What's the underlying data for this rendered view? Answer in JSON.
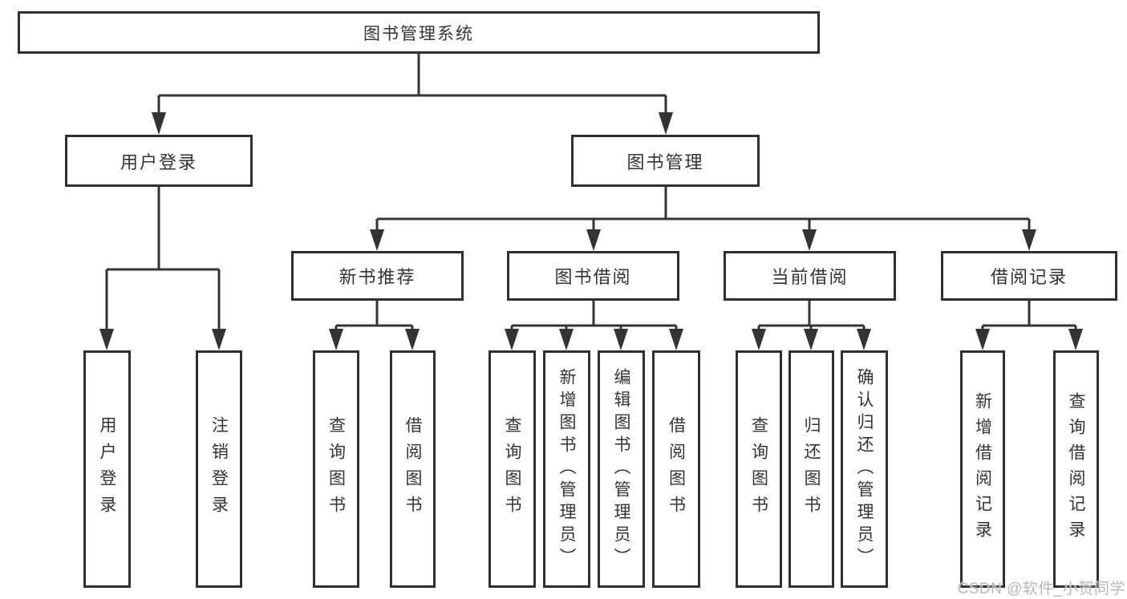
{
  "title": "图书管理系统",
  "watermark": {
    "text": "CSDN @软件_小贺同学",
    "color": "#b4b7be"
  },
  "colors": {
    "line": "#333333",
    "border": "#2f2f2f",
    "background": "#ffffff",
    "text": "#333333"
  },
  "diagram_type": "hierarchy-tree",
  "nodes": [
    {
      "id": "root",
      "label": "图书管理系统",
      "level": 1,
      "parent": null
    },
    {
      "id": "user-login",
      "label": "用户登录",
      "level": 2,
      "parent": "root"
    },
    {
      "id": "book-management",
      "label": "图书管理",
      "level": 2,
      "parent": "root"
    },
    {
      "id": "new-book-recommendation",
      "label": "新书推荐",
      "level": 3,
      "parent": "book-management"
    },
    {
      "id": "book-borrowing",
      "label": "图书借阅",
      "level": 3,
      "parent": "book-management"
    },
    {
      "id": "current-borrowing",
      "label": "当前借阅",
      "level": 3,
      "parent": "book-management"
    },
    {
      "id": "borrowing-records",
      "label": "借阅记录",
      "level": 3,
      "parent": "book-management"
    },
    {
      "id": "leaf-user-login",
      "label": "用户登录",
      "level": 4,
      "parent": "user-login"
    },
    {
      "id": "leaf-logout",
      "label": "注销登录",
      "level": 4,
      "parent": "user-login"
    },
    {
      "id": "leaf-query-books-1",
      "label": "查询图书",
      "level": 4,
      "parent": "new-book-recommendation"
    },
    {
      "id": "leaf-borrow-books-1",
      "label": "借阅图书",
      "level": 4,
      "parent": "new-book-recommendation"
    },
    {
      "id": "leaf-query-books-2",
      "label": "查询图书",
      "level": 4,
      "parent": "book-borrowing"
    },
    {
      "id": "leaf-add-books",
      "label": "新增图书（管理员）",
      "level": 4,
      "parent": "book-borrowing"
    },
    {
      "id": "leaf-edit-books",
      "label": "编辑图书（管理员）",
      "level": 4,
      "parent": "book-borrowing"
    },
    {
      "id": "leaf-borrow-books-2",
      "label": "借阅图书",
      "level": 4,
      "parent": "book-borrowing"
    },
    {
      "id": "leaf-query-books-3",
      "label": "查询图书",
      "level": 4,
      "parent": "current-borrowing"
    },
    {
      "id": "leaf-return-books",
      "label": "归还图书",
      "level": 4,
      "parent": "current-borrowing"
    },
    {
      "id": "leaf-confirm-return",
      "label": "确认归还（管理员）",
      "level": 4,
      "parent": "current-borrowing"
    },
    {
      "id": "leaf-add-borrow-record",
      "label": "新增借阅记录",
      "level": 4,
      "parent": "borrowing-records"
    },
    {
      "id": "leaf-query-borrow-record",
      "label": "查询借阅记录",
      "level": 4,
      "parent": "borrowing-records"
    }
  ]
}
